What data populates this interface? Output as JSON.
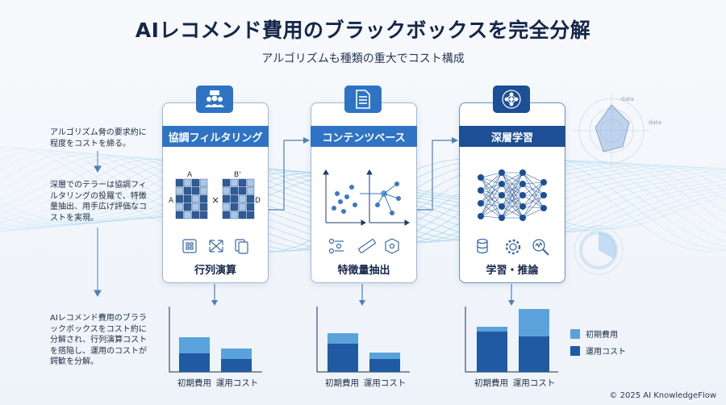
{
  "header": {
    "title": "AIレコメンド費用のブラックボックスを完全分解",
    "subtitle": "アルゴリズムも種類の重大でコスト構成"
  },
  "sidebar": {
    "note1": "アルゴリズム脅の要求約に\n程度をコストを締る。",
    "note2": "深層でのテラーは協調フィ\nルタリングの投羅で、特徴\n量抽出、用手広げ評価なコ\nストを実現。",
    "note3": "AIレコメンド費用のブララ\nックボックスをコスト約に\n分解され、行列演算コスト\nを搭陥し、運用のコストが\n鍔歓を分解。"
  },
  "cards": [
    {
      "header": "協調フィルタリング",
      "footer": "行列演算",
      "matrix_label_a": "A",
      "matrix_label_b": "B'",
      "matrix_label_left": "A",
      "matrix_label_right": "D",
      "operator": "×",
      "header_color": "#2f73c4"
    },
    {
      "header": "コンテンツベース",
      "footer": "特徴量抽出",
      "header_color": "#2f73c4"
    },
    {
      "header": "深層学習",
      "footer": "学習・推論",
      "header_color": "#1c4f94"
    }
  ],
  "bars": {
    "x_labels": [
      "初期費用",
      "運用コスト"
    ],
    "colors": {
      "initial": "#5aa2dc",
      "operation": "#1f5aa3"
    },
    "groups": [
      {
        "x_labels": [
          "初期費用",
          "運用コスト"
        ]
      },
      {
        "x_labels": [
          "初期費用",
          "運用コスト"
        ]
      },
      {
        "x_labels": [
          "初期費用",
          "運用コスト"
        ]
      }
    ]
  },
  "legend": {
    "initial": "初期費用",
    "operation": "運用コスト"
  },
  "radar": {
    "labels": [
      "data",
      "data"
    ]
  },
  "footer": {
    "copyright": "© 2025 AI KnowledgeFlow"
  }
}
